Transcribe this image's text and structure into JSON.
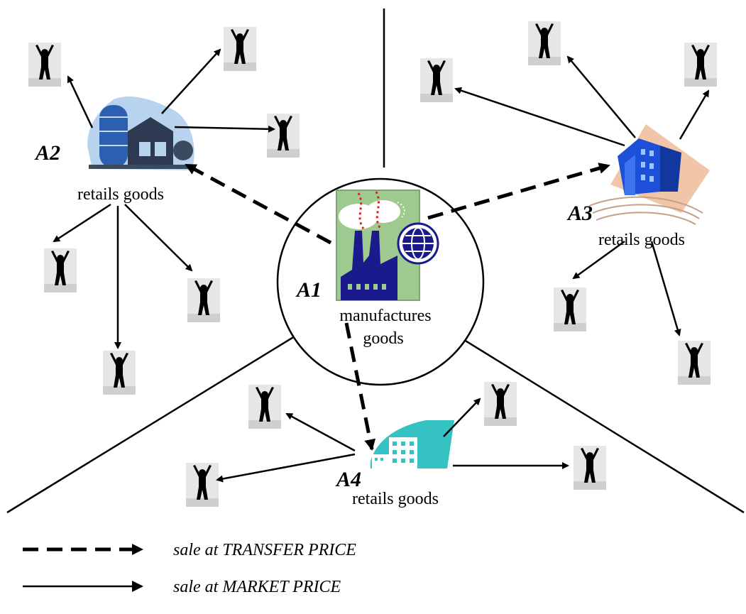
{
  "agents": {
    "a1": {
      "label": "A1",
      "caption_line1": "manufactures",
      "caption_line2": "goods"
    },
    "a2": {
      "label": "A2",
      "caption": "retails goods"
    },
    "a3": {
      "label": "A3",
      "caption": "retails goods"
    },
    "a4": {
      "label": "A4",
      "caption": "retails goods"
    }
  },
  "legend": {
    "transfer": "sale at TRANSFER PRICE",
    "market": "sale at MARKET PRICE"
  },
  "icons": {
    "manufacturer": "factory-globe-icon",
    "retailer_a2": "farm-barn-icon",
    "retailer_a3": "office-building-icon",
    "retailer_a4": "hotel-building-icon",
    "customer": "person-arms-raised-icon"
  },
  "colors": {
    "line": "#000000",
    "factory_bg": "#9ec98f",
    "factory_fill": "#1a1a8c",
    "farm_fill": "#2d5fb0",
    "office_fill": "#1e4fd8",
    "office_bg": "#f1c6a8",
    "hotel_fill": "#35c2c2"
  }
}
